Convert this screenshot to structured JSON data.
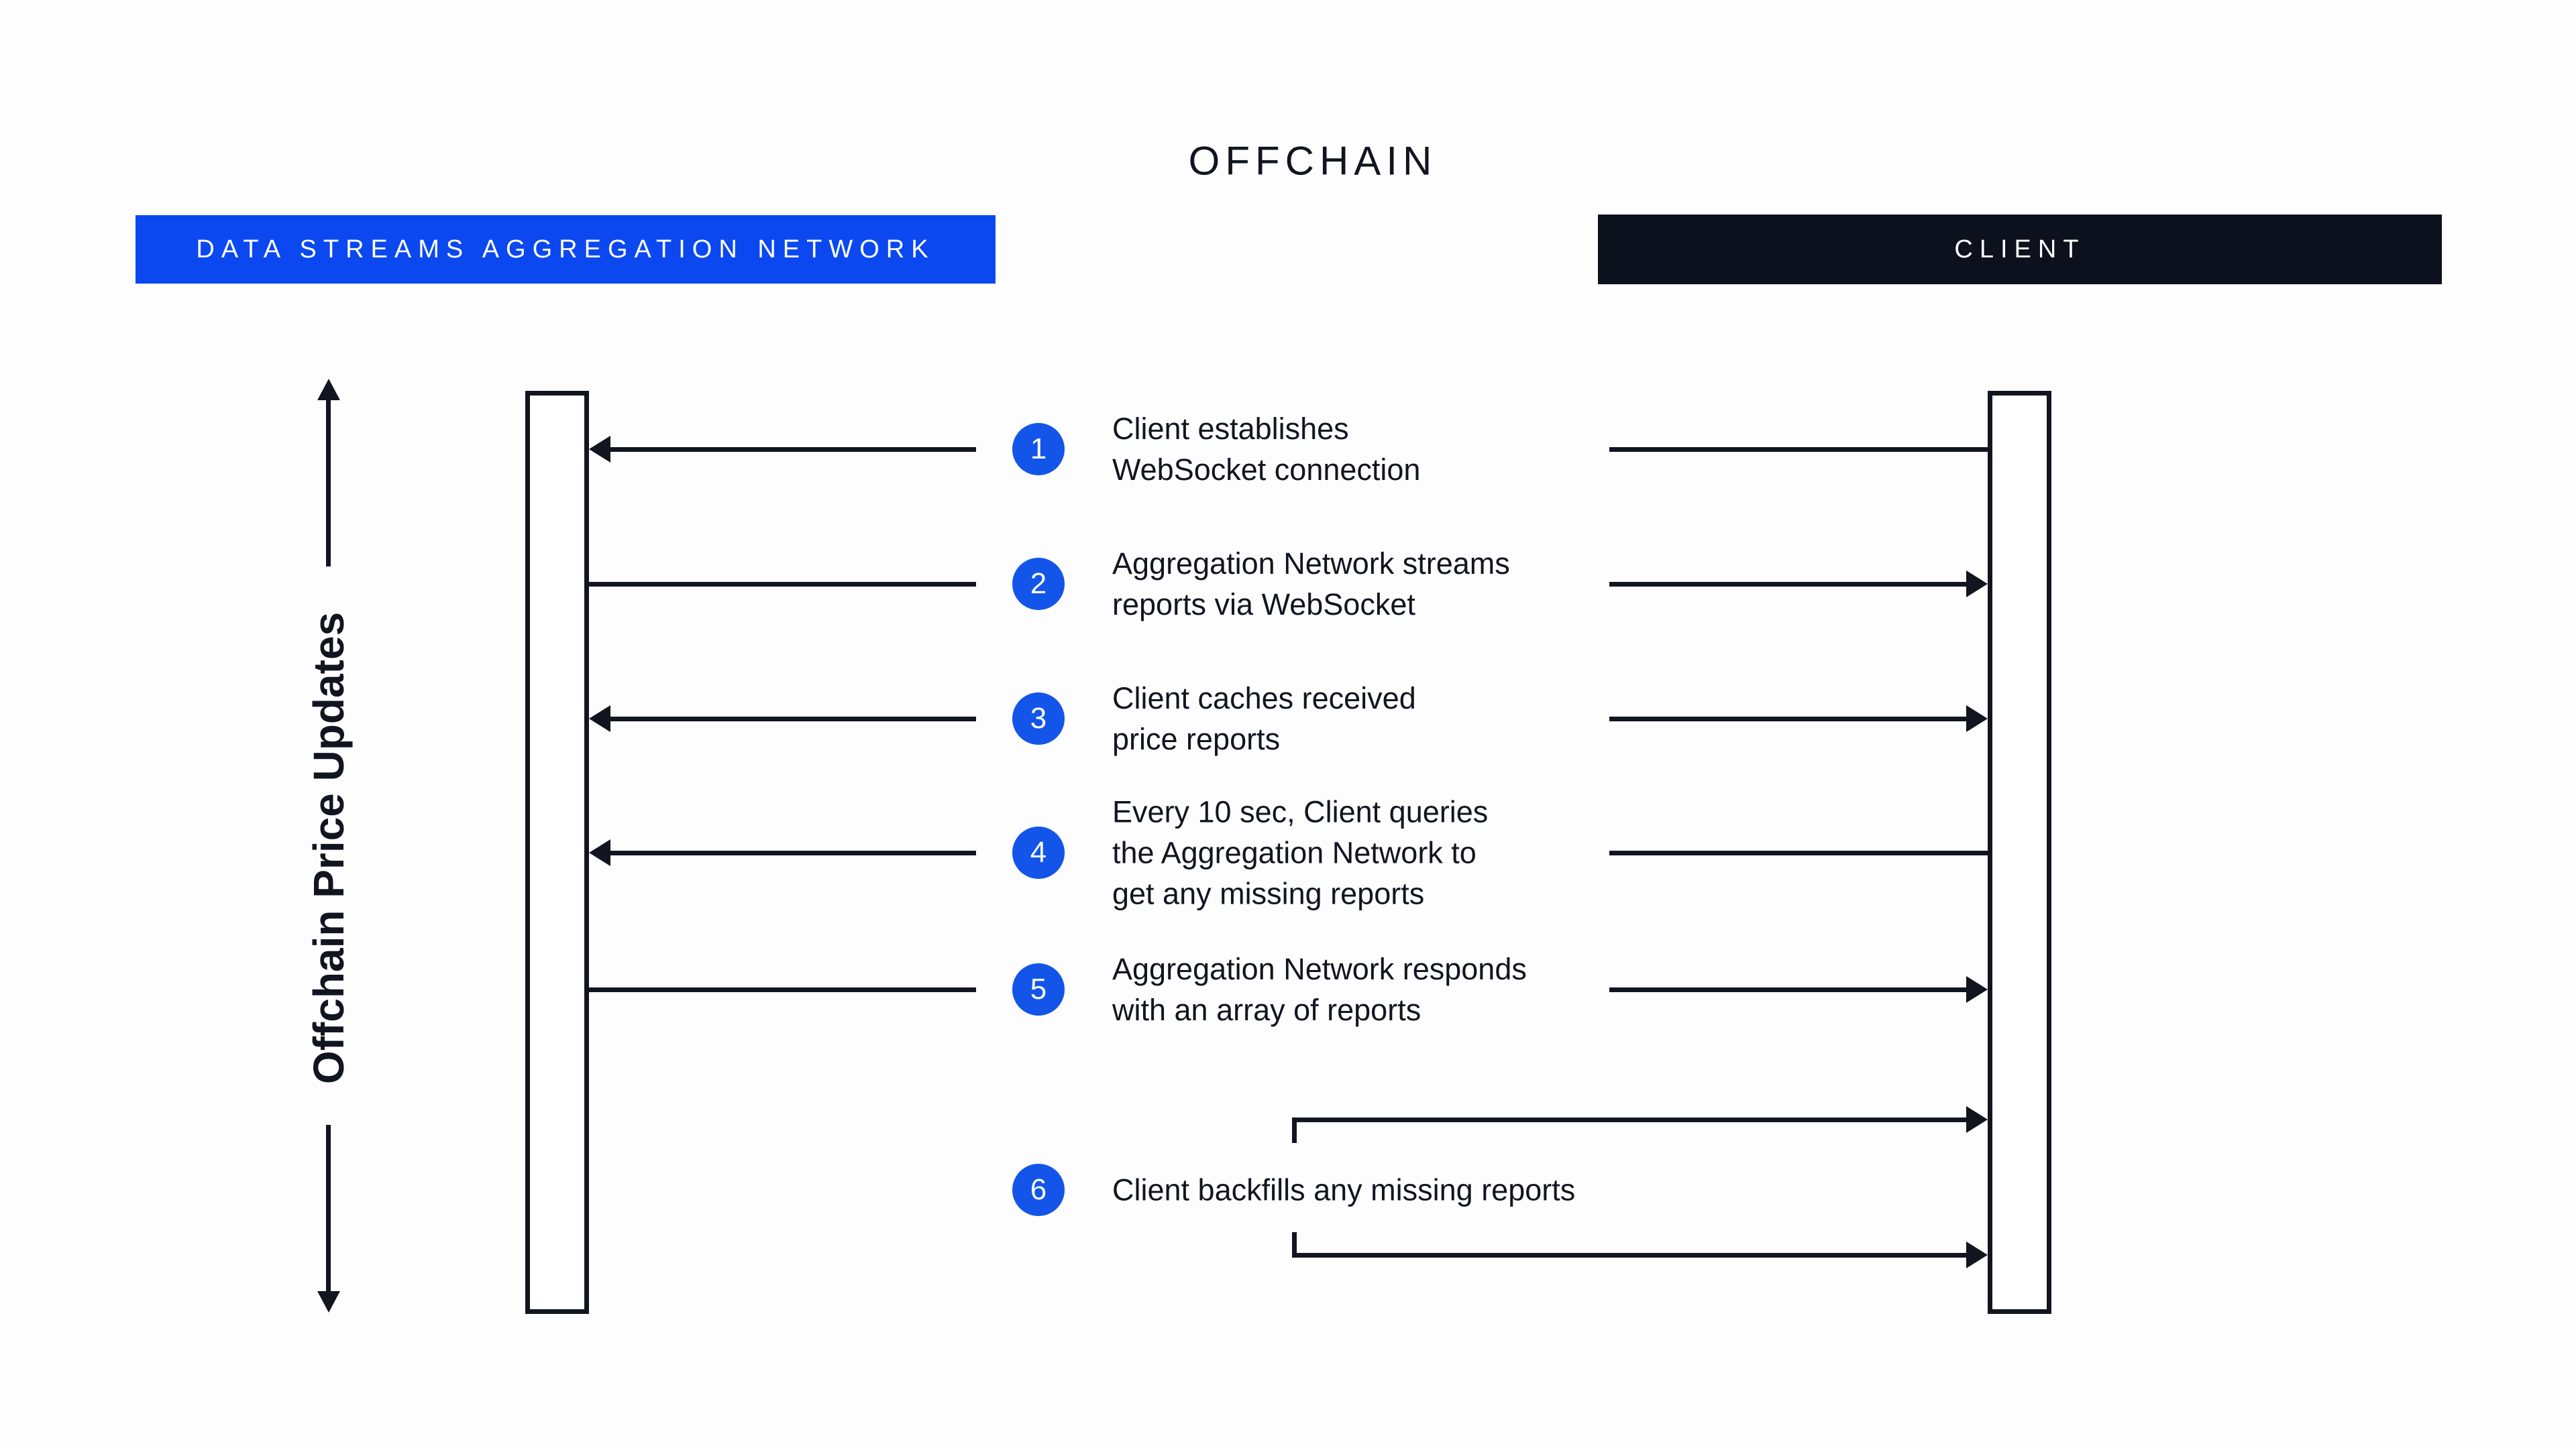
{
  "title": "OFFCHAIN",
  "participants": {
    "network": {
      "label": "DATA STREAMS AGGREGATION NETWORK"
    },
    "client": {
      "label": "CLIENT"
    }
  },
  "axis": {
    "label": "Offchain Price Updates"
  },
  "steps": [
    {
      "number": "1",
      "text": "Client establishes\nWebSocket connection"
    },
    {
      "number": "2",
      "text": "Aggregation Network streams\nreports via WebSocket"
    },
    {
      "number": "3",
      "text": "Client caches received\nprice reports"
    },
    {
      "number": "4",
      "text": "Every 10 sec, Client queries\nthe Aggregation Network to\nget any missing reports"
    },
    {
      "number": "5",
      "text": "Aggregation Network responds\nwith an array of reports"
    },
    {
      "number": "6",
      "text": "Client backfills any missing reports"
    }
  ],
  "theme": {
    "background": "#FDFDFD",
    "ink": "#11151F",
    "network_banner_bg": "#0B48F0",
    "client_banner_bg": "#0D111D",
    "step_circle_bg": "#1355E8",
    "banner_text": "#FFFFFF"
  }
}
